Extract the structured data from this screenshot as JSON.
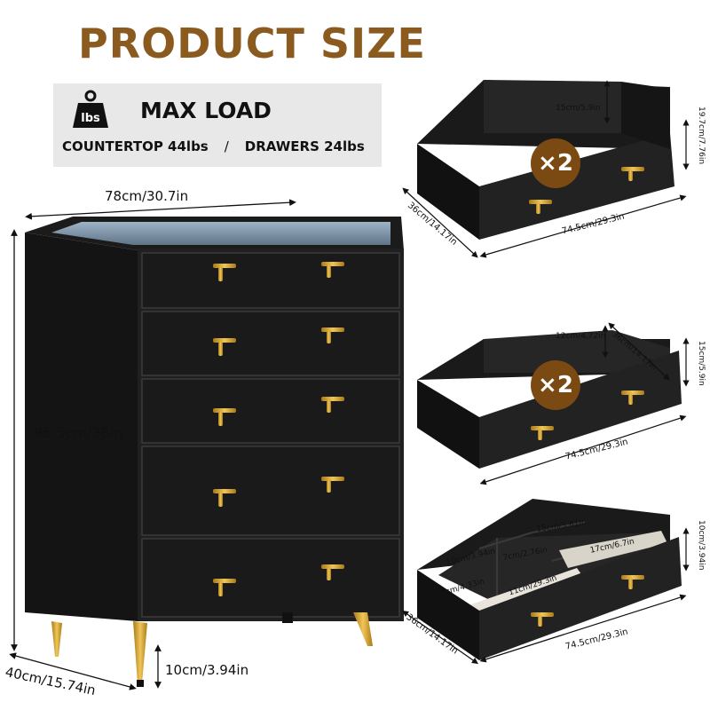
{
  "title": "PRODUCT SIZE",
  "max_load": {
    "icon": "weight-icon",
    "icon_label": "lbs",
    "title": "MAX LOAD",
    "countertop": "COUNTERTOP 44lbs",
    "separator": "/",
    "drawers": "DRAWERS 24lbs"
  },
  "dresser": {
    "width": "78cm/30.7in",
    "height": "96.5cm/38in",
    "depth": "40cm/15.74in",
    "leg_height": "10cm/3.94in",
    "drawer_count": 5
  },
  "drawer_top": {
    "badge": "×2",
    "inner_height": "15cm/5.9in",
    "height": "19.7cm/7.76in",
    "depth": "36cm/14.17in",
    "width": "74.5cm/29.3in"
  },
  "drawer_middle": {
    "badge": "×2",
    "inner_height": "12cm/4.72in",
    "inner_depth": "36cm/14.17in",
    "height": "15cm/5.9in",
    "width": "74.5cm/29.3in"
  },
  "drawer_bottom": {
    "height": "10cm/3.94in",
    "c1": "15cm/5.81in",
    "c2": "10cm/3.94in",
    "c3": "7cm/2.76in",
    "c4": "17cm/6.7in",
    "c5": "11cm/4.33in",
    "c6": "11cm/29.3in",
    "depth": "36cm/14.17in",
    "width": "74.5cm/29.3in"
  },
  "colors": {
    "title": "#8a5a1e",
    "furniture": "#1e1e1e",
    "gold": "#d4a32a",
    "badge": "#7a4a12"
  }
}
